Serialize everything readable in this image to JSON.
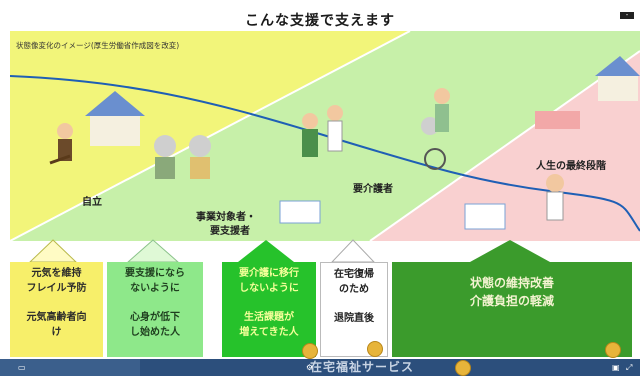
{
  "page": {
    "title": "こんな支援で支えます",
    "subtitle": "状態像変化のイメージ(厚生労働省作成図を改変)"
  },
  "stages": {
    "independent": "自立",
    "business": "事業対象者・",
    "support": "要支援者",
    "care": "要介護者",
    "final": "人生の最終段階"
  },
  "boxes": [
    {
      "top": "元気を維持\nフレイル予防",
      "bottom": "元気高齢者向\nけ"
    },
    {
      "top": "要支援になら\nないように",
      "bottom": "心身が低下\nし始めた人"
    },
    {
      "top": "要介護に移行\nしないように",
      "bottom": "生活課題が\n増えてきた人"
    },
    {
      "top": "在宅復帰\nのため",
      "bottom": "退院直後"
    },
    {
      "top": "状態の維持改善\n介護負担の軽減",
      "bottom": ""
    }
  ],
  "bottom_bar": {
    "title": "在宅福祉サービス"
  },
  "colors": {
    "yellow": "#f2f57a",
    "green": "#c7f0a9",
    "pink": "#f9d0d0",
    "box_yellow": "#f7ef6a",
    "box_lightgreen": "#8ee88a",
    "box_green": "#26c22b",
    "box_darkgreen": "#3b9b2c"
  }
}
